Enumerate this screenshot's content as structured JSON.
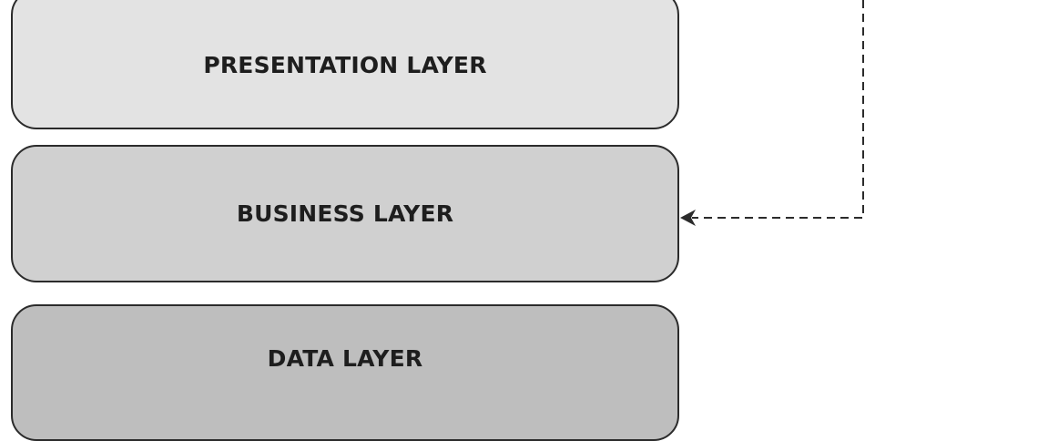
{
  "layers": [
    {
      "label": "PRESENTATION LAYER",
      "fill": "#e3e3e3"
    },
    {
      "label": "BUSINESS LAYER",
      "fill": "#d0d0d0"
    },
    {
      "label": "DATA LAYER",
      "fill": "#bebebe"
    }
  ],
  "connector": {
    "style": "dashed",
    "color": "#2b2b2b",
    "from": "top (off-canvas)",
    "to": "BUSINESS LAYER",
    "arrowhead": "arrow-left"
  }
}
